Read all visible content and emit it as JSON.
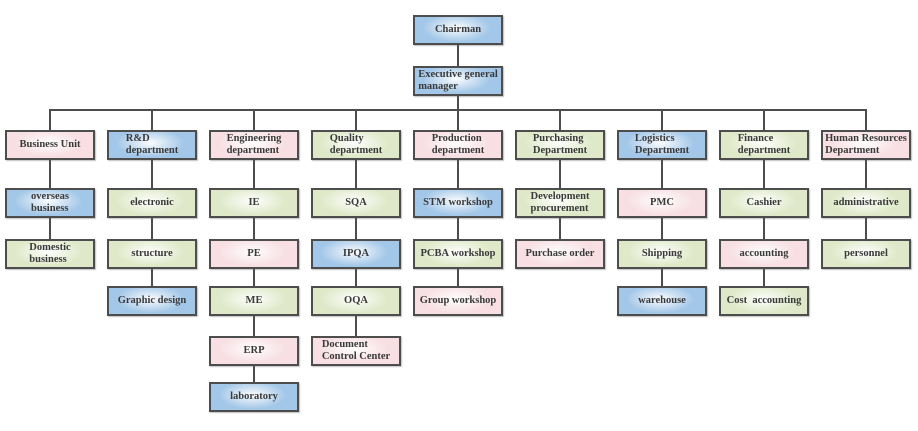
{
  "palette": {
    "blue": "#a3c7e8",
    "pink": "#f7dfe3",
    "green": "#dfe9c9",
    "border": "#4d4d4d",
    "line": "#4d4d4d",
    "text": "#3a3a3a",
    "background": "#ffffff"
  },
  "chart": {
    "type": "org-chart",
    "root": {
      "label": "Chairman",
      "color": "blue"
    },
    "root2": {
      "label": "Executive general\nmanager",
      "color": "blue"
    },
    "columns": [
      {
        "head": {
          "label": "Business Unit",
          "color": "pink"
        },
        "children": [
          {
            "label": "overseas\nbusiness",
            "color": "blue"
          },
          {
            "label": "Domestic\nbusiness",
            "color": "green"
          }
        ]
      },
      {
        "head": {
          "label": "R&D\ndepartment",
          "color": "blue"
        },
        "children": [
          {
            "label": "electronic",
            "color": "green"
          },
          {
            "label": "structure",
            "color": "green"
          },
          {
            "label": "Graphic design",
            "color": "blue"
          }
        ]
      },
      {
        "head": {
          "label": "Engineering\ndepartment",
          "color": "pink"
        },
        "children": [
          {
            "label": "IE",
            "color": "green"
          },
          {
            "label": "PE",
            "color": "pink"
          },
          {
            "label": "ME",
            "color": "green"
          },
          {
            "label": "ERP",
            "color": "pink"
          },
          {
            "label": "laboratory",
            "color": "blue"
          }
        ]
      },
      {
        "head": {
          "label": "Quality\ndepartment",
          "color": "green"
        },
        "children": [
          {
            "label": "SQA",
            "color": "green"
          },
          {
            "label": "IPQA",
            "color": "blue"
          },
          {
            "label": "OQA",
            "color": "green"
          },
          {
            "label": "Document\nControl Center",
            "color": "pink"
          }
        ]
      },
      {
        "head": {
          "label": "Production\ndepartment",
          "color": "pink"
        },
        "children": [
          {
            "label": "STM workshop",
            "color": "blue"
          },
          {
            "label": "PCBA workshop",
            "color": "green"
          },
          {
            "label": "Group workshop",
            "color": "pink"
          }
        ]
      },
      {
        "head": {
          "label": "Purchasing\nDepartment",
          "color": "green"
        },
        "children": [
          {
            "label": "Development\nprocurement",
            "color": "green"
          },
          {
            "label": "Purchase order",
            "color": "pink"
          }
        ]
      },
      {
        "head": {
          "label": "Logistics\nDepartment",
          "color": "blue"
        },
        "children": [
          {
            "label": "PMC",
            "color": "pink"
          },
          {
            "label": "Shipping",
            "color": "green"
          },
          {
            "label": "warehouse",
            "color": "blue"
          }
        ]
      },
      {
        "head": {
          "label": "Finance\ndepartment",
          "color": "green"
        },
        "children": [
          {
            "label": "Cashier",
            "color": "green"
          },
          {
            "label": "accounting",
            "color": "pink"
          },
          {
            "label": "Cost  accounting",
            "color": "green"
          }
        ]
      },
      {
        "head": {
          "label": "Human Resources\nDepartment",
          "color": "pink"
        },
        "children": [
          {
            "label": "administrative",
            "color": "green"
          },
          {
            "label": "personnel",
            "color": "green"
          }
        ]
      }
    ]
  }
}
